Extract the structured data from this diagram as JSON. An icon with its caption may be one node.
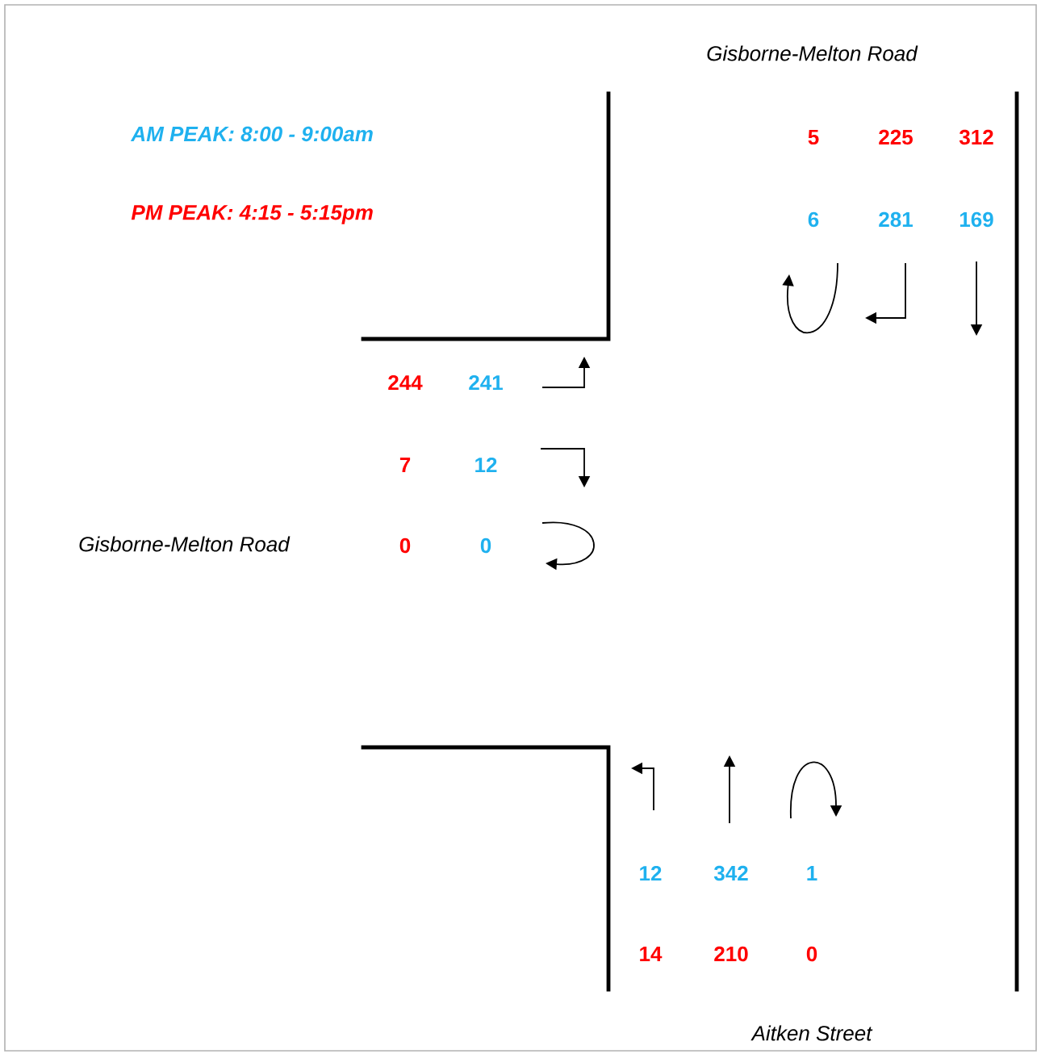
{
  "diagram": {
    "labels": [
      "Gisborne-Melton Road",
      "5",
      "225",
      "312",
      "6",
      "281",
      "169",
      "244",
      "241",
      "7",
      "12",
      "Gisborne-Melton Road",
      "0",
      "0",
      "12",
      "342",
      "1",
      "14",
      "210",
      "0",
      "Aitken Street"
    ],
    "legend": [
      {
        "text": "AM PEAK: 8:00 - 9:00am",
        "color": "#1fb1ef"
      },
      {
        "text": "PM PEAK: 4:15 - 5:15pm",
        "color": "#ff0000"
      }
    ]
  }
}
